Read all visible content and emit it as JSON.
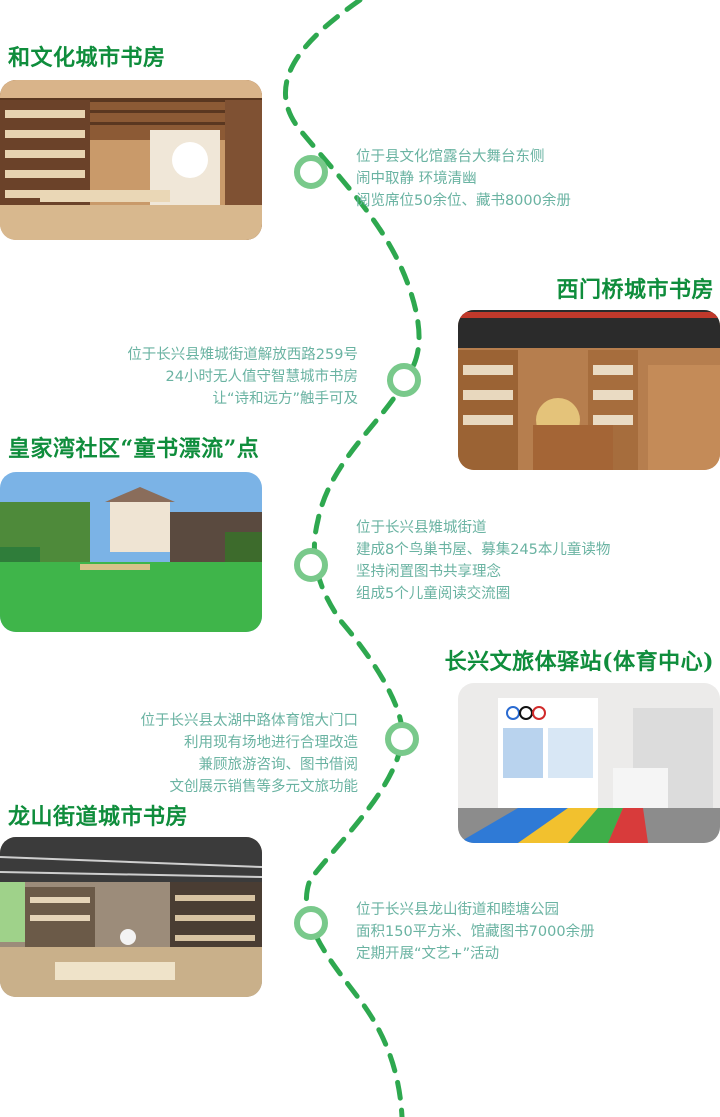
{
  "accent_color": "#0f8d3c",
  "text_color": "#6ab3a2",
  "path_color": "#2ea84f",
  "node_color": "#79c98b",
  "stations": [
    {
      "title": "和文化城市书房",
      "lines": [
        "位于县文化馆露台大舞台东侧",
        "闹中取静 环境清幽",
        "阅览席位50余位、藏书8000余册"
      ]
    },
    {
      "title": "西门桥城市书房",
      "lines": [
        "位于长兴县雉城街道解放西路259号",
        "24小时无人值守智慧城市书房",
        "让“诗和远方”触手可及"
      ]
    },
    {
      "title": "皇家湾社区“童书漂流”点",
      "lines": [
        "位于长兴县雉城街道",
        "建成8个鸟巢书屋、募集245本儿童读物",
        "坚持闲置图书共享理念",
        "组成5个儿童阅读交流圈"
      ]
    },
    {
      "title": "长兴文旅体驿站(体育中心)",
      "lines": [
        "位于长兴县太湖中路体育馆大门口",
        "利用现有场地进行合理改造",
        "兼顾旅游咨询、图书借阅",
        "文创展示销售等多元文旅功能"
      ]
    },
    {
      "title": "龙山街道城市书房",
      "lines": [
        "位于长兴县龙山街道和睦塘公园",
        "面积150平方米、馆藏图书7000余册",
        "定期开展“文艺+”活动"
      ]
    }
  ]
}
